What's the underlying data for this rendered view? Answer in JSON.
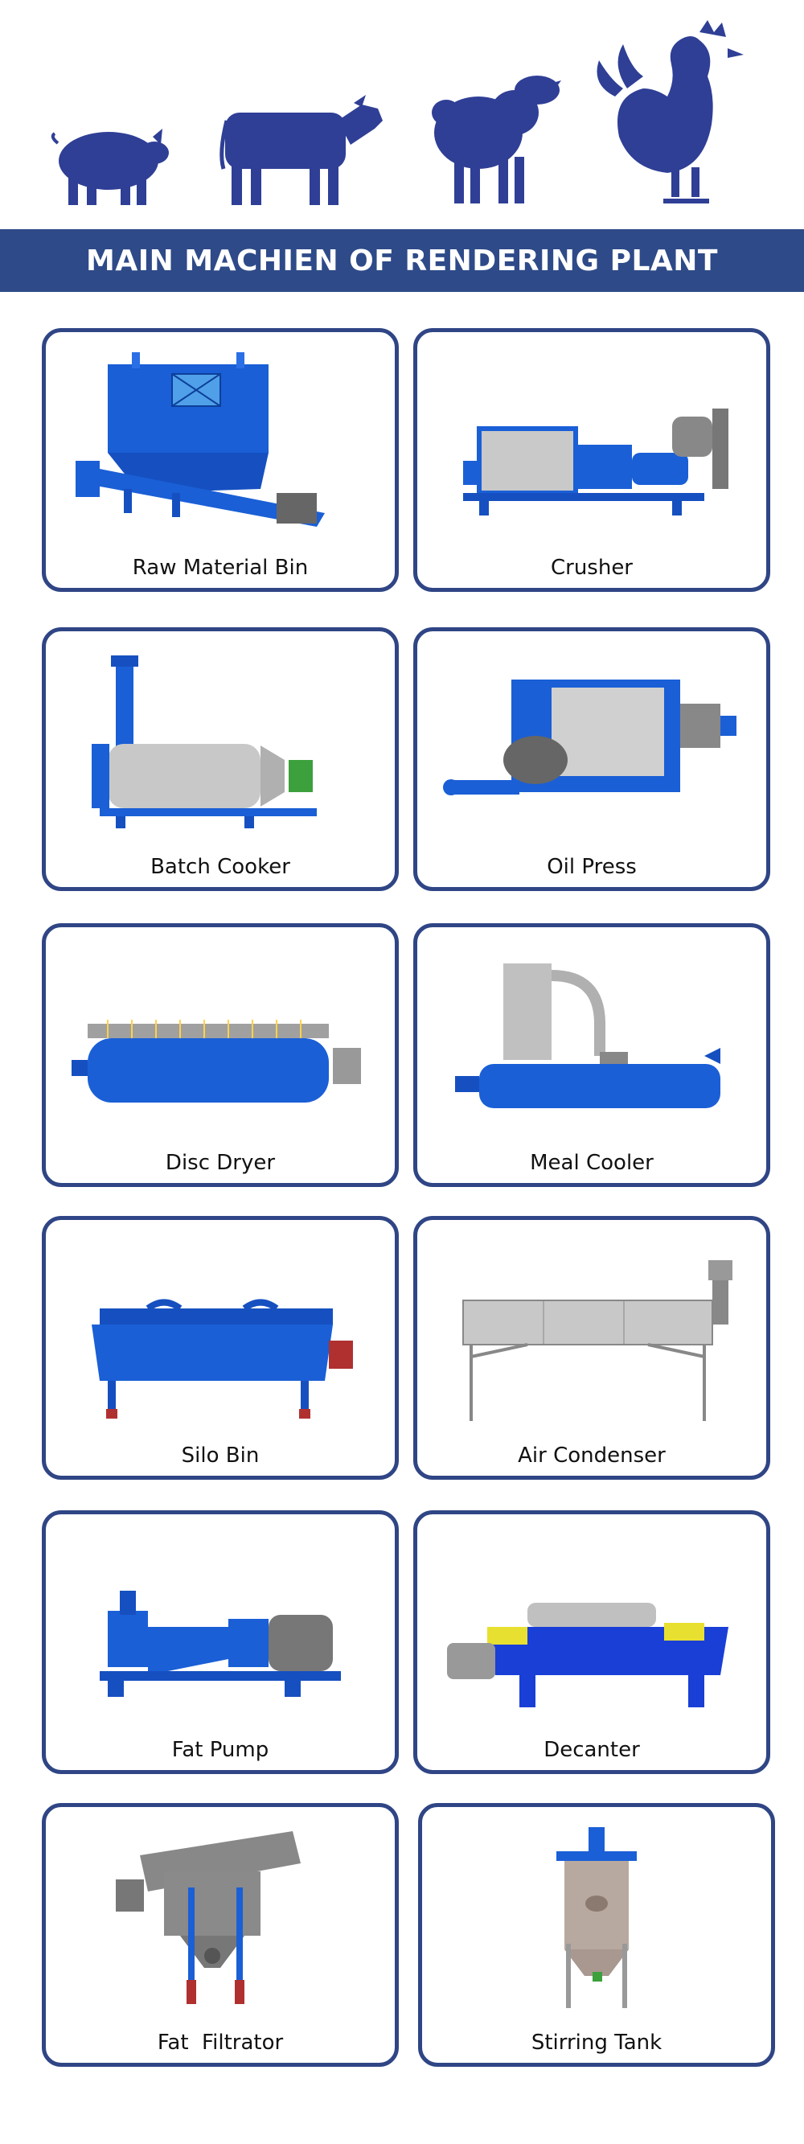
{
  "animals": [
    {
      "icon": "pig-icon"
    },
    {
      "icon": "cow-icon"
    },
    {
      "icon": "sheep-icon"
    },
    {
      "icon": "rooster-icon"
    }
  ],
  "banner": {
    "title": "MAIN MACHIEN OF RENDERING PLANT"
  },
  "machines": [
    {
      "label": "Raw Material Bin",
      "icon": "raw-material-bin-icon"
    },
    {
      "label": "Crusher",
      "icon": "crusher-icon"
    },
    {
      "label": "Batch Cooker",
      "icon": "batch-cooker-icon"
    },
    {
      "label": "Oil Press",
      "icon": "oil-press-icon"
    },
    {
      "label": "Disc Dryer",
      "icon": "disc-dryer-icon"
    },
    {
      "label": "Meal Cooler",
      "icon": "meal-cooler-icon"
    },
    {
      "label": "Silo Bin",
      "icon": "silo-bin-icon"
    },
    {
      "label": "Air Condenser",
      "icon": "air-condenser-icon"
    },
    {
      "label": "Fat Pump",
      "icon": "fat-pump-icon"
    },
    {
      "label": "Decanter",
      "icon": "decanter-icon"
    },
    {
      "label": "Fat  Filtrator",
      "icon": "fat-filtrator-icon"
    },
    {
      "label": "Stirring Tank",
      "icon": "stirring-tank-icon"
    }
  ],
  "colors": {
    "animal": "#2f3f96",
    "banner": "#2e4a88",
    "card_border": "#2f4585",
    "machine_blue": "#1a5fd6",
    "machine_grey": "#b8b8b8"
  }
}
